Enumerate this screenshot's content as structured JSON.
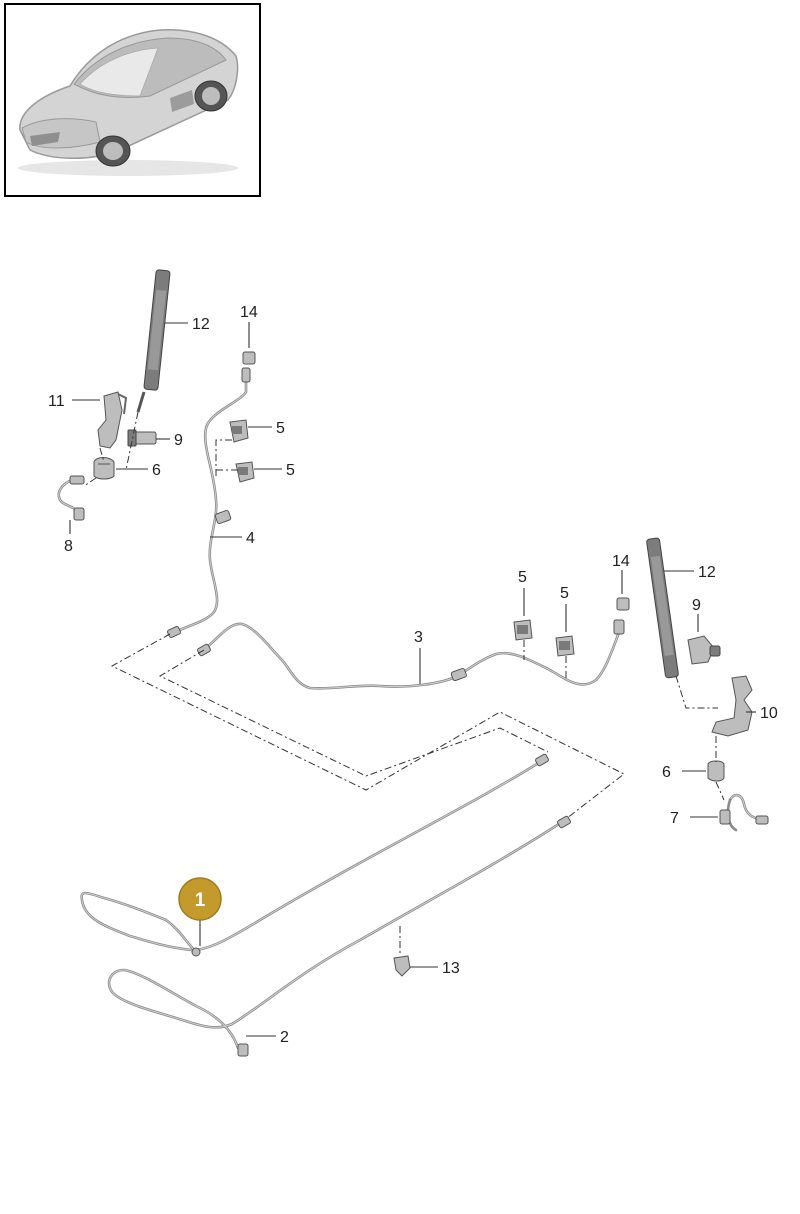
{
  "callouts": {
    "c1": "1",
    "c2": "2",
    "c3": "3",
    "c4": "4",
    "c5a": "5",
    "c5b": "5",
    "c5c": "5",
    "c5d": "5",
    "c6a": "6",
    "c6b": "6",
    "c7": "7",
    "c8": "8",
    "c9a": "9",
    "c9b": "9",
    "c10": "10",
    "c11": "11",
    "c12a": "12",
    "c12b": "12",
    "c13": "13",
    "c14a": "14",
    "c14b": "14"
  },
  "highlight": {
    "label": "1",
    "color": "#c49a2c"
  },
  "colors": {
    "pipe": "#8a8a8a",
    "frame": "#000000"
  },
  "icons": {
    "vehicle": "car-thumbnail-icon"
  }
}
